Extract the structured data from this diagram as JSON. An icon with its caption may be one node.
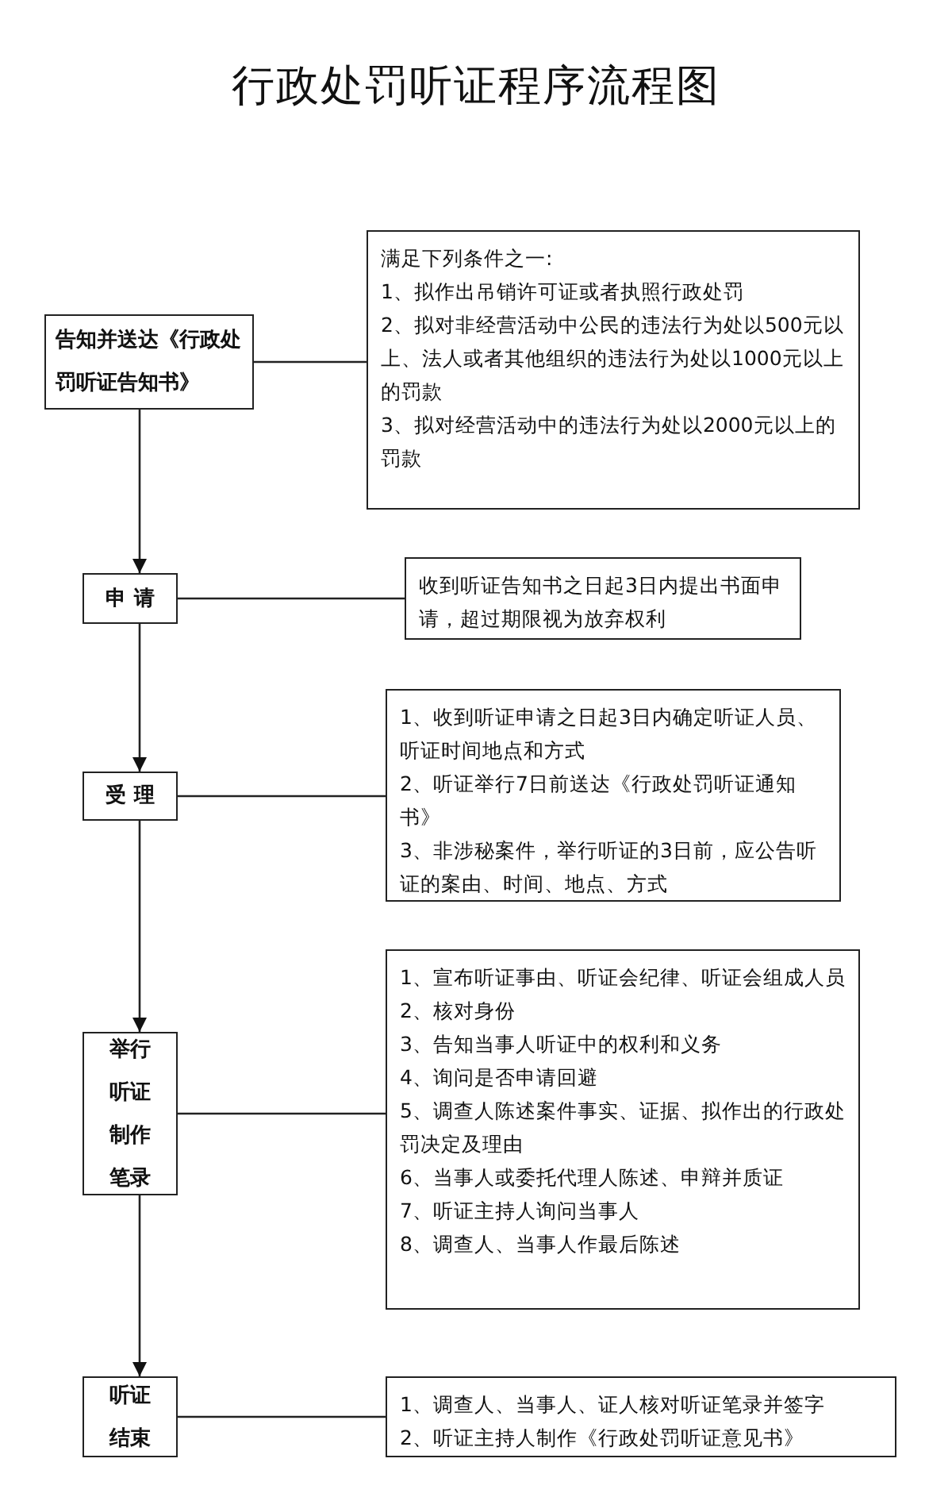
{
  "diagram": {
    "title": "行政处罚听证程序流程图",
    "nodes": [
      {
        "text": [
          "告知并送达《行政处罚听证告知书》"
        ]
      },
      {
        "text": [
          "满足下列条件之一:",
          "1、拟作出吊销许可证或者执照行政处罚",
          "2、拟对非经营活动中公民的违法行为处以500元以上、法人或者其他组织的违法行为处以1000元以上的罚款",
          "3、拟对经营活动中的违法行为处以2000元以上的罚款"
        ]
      },
      {
        "text": [
          "申 请"
        ]
      },
      {
        "text": [
          "收到听证告知书之日起3日内提出书面申请，超过期限视为放弃权利"
        ]
      },
      {
        "text": [
          "受 理"
        ]
      },
      {
        "text": [
          "1、收到听证申请之日起3日内确定听证人员、听证时间地点和方式",
          "2、听证举行7日前送达《行政处罚听证通知书》",
          "3、非涉秘案件，举行听证的3日前，应公告听证的案由、时间、地点、方式"
        ]
      },
      {
        "text": [
          "举行听证制作笔录"
        ]
      },
      {
        "text": [
          "1、宣布听证事由、听证会纪律、听证会组成人员",
          "2、核对身份",
          "3、告知当事人听证中的权利和义务",
          "4、询问是否申请回避",
          "5、调查人陈述案件事实、证据、拟作出的行政处罚决定及理由",
          "6、当事人或委托代理人陈述、申辩并质证",
          "7、听证主持人询问当事人",
          "8、调查人、当事人作最后陈述"
        ]
      },
      {
        "text": [
          "听证结束"
        ]
      },
      {
        "text": [
          "1、调查人、当事人、证人核对听证笔录并签字",
          "2、听证主持人制作《行政处罚听证意见书》"
        ]
      }
    ],
    "edges": [
      {
        "from": 0,
        "to": 2,
        "arrow": "to"
      },
      {
        "from": 2,
        "to": 4,
        "arrow": "to"
      },
      {
        "from": 4,
        "to": 6,
        "arrow": "to"
      },
      {
        "from": 6,
        "to": 8,
        "arrow": "to"
      },
      {
        "from": 0,
        "to": 1,
        "arrow": "none"
      },
      {
        "from": 2,
        "to": 3,
        "arrow": "none"
      },
      {
        "from": 4,
        "to": 5,
        "arrow": "none"
      },
      {
        "from": 6,
        "to": 7,
        "arrow": "none"
      },
      {
        "from": 8,
        "to": 9,
        "arrow": "none"
      }
    ]
  }
}
